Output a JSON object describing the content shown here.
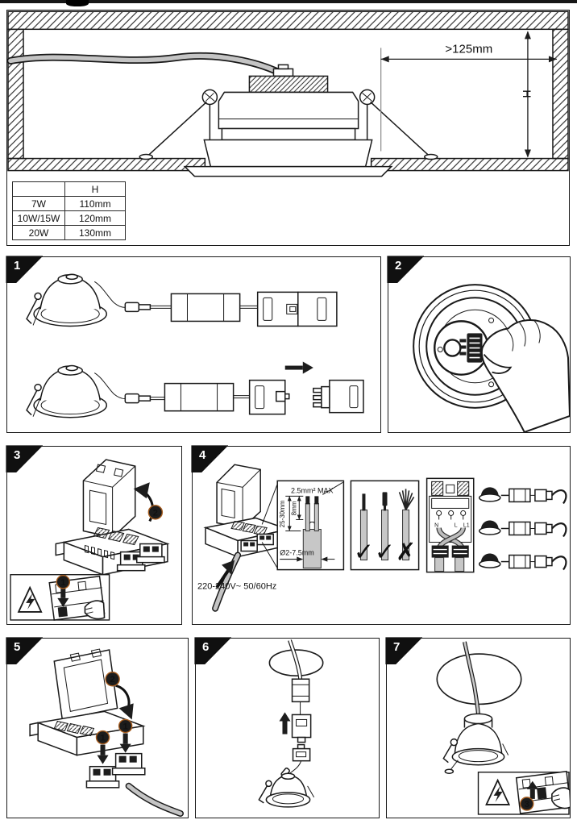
{
  "top_section": {
    "clearance_label": ">125mm",
    "height_label": "H",
    "spec_table": {
      "col_headers": [
        "",
        "H"
      ],
      "rows": [
        {
          "model": "7W",
          "height": "110mm"
        },
        {
          "model": "10W/15W",
          "height": "120mm"
        },
        {
          "model": "20W",
          "height": "130mm"
        }
      ]
    }
  },
  "steps": {
    "step1": "1",
    "step2": "2",
    "step3": "3",
    "step4": "4",
    "step5": "5",
    "step6": "6",
    "step7": "7"
  },
  "badges": {
    "power_off": "1",
    "open_lid": "2",
    "insert_connectors": "1",
    "close_lid": "2",
    "power_on": "3"
  },
  "wiring": {
    "max_cross_section": "2.5mm² MAX",
    "strip_length": "25-30mm",
    "conductor_strip": "8mm",
    "cable_diameter": "Ø2-7.5mm",
    "mains_rating": "220-240V~ 50/60Hz",
    "terminal_labels": [
      "N",
      "L",
      "L1"
    ],
    "wire_type_marks": [
      "✓",
      "✓",
      "✗"
    ]
  }
}
